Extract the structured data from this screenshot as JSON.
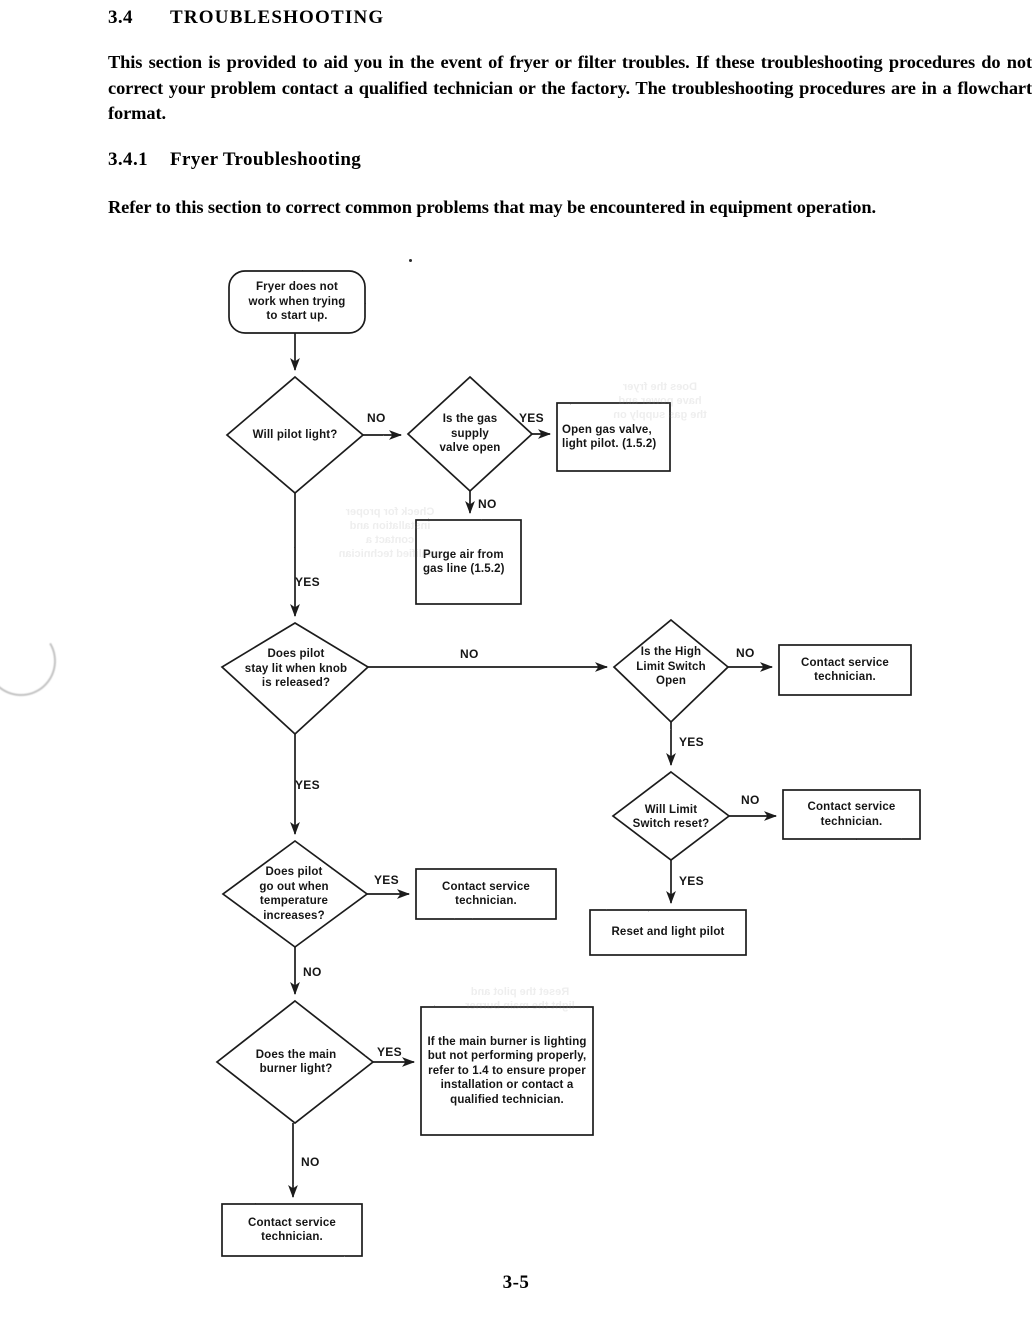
{
  "document": {
    "section_number": "3.4",
    "section_title": "TROUBLESHOOTING",
    "intro_paragraph": "This section is provided to aid you in the event of fryer or filter troubles.  If these troubleshooting procedures do not correct your problem contact a qualified technician or the factory.  The troubleshooting procedures are in a flowchart format.",
    "subsection_number": "3.4.1",
    "subsection_title": "Fryer Troubleshooting",
    "subsection_paragraph": "Refer to this section to correct common problems that may be encountered in equipment operation.",
    "page_number": "3-5"
  },
  "chart_data": {
    "type": "diagram",
    "title": "Fryer Troubleshooting Flowchart",
    "nodes": [
      {
        "id": "start",
        "shape": "rounded-rect",
        "text": "Fryer does not\nwork when trying\nto start up."
      },
      {
        "id": "pilot_light",
        "shape": "diamond",
        "text": "Will pilot light?"
      },
      {
        "id": "gas_valve",
        "shape": "diamond",
        "text": "Is the gas\nsupply\nvalve open"
      },
      {
        "id": "open_valve",
        "shape": "rect",
        "text": "Open gas valve,\nlight pilot.  (1.5.2)"
      },
      {
        "id": "purge_air",
        "shape": "rect",
        "text": "Purge air from\ngas line (1.5.2)"
      },
      {
        "id": "pilot_stay",
        "shape": "diamond",
        "text": "Does pilot\nstay lit when knob\nis released?"
      },
      {
        "id": "high_limit",
        "shape": "diamond",
        "text": "Is the High\nLimit Switch\nOpen"
      },
      {
        "id": "contact1",
        "shape": "rect",
        "text": "Contact service\ntechnician."
      },
      {
        "id": "limit_reset",
        "shape": "diamond",
        "text": "Will Limit\nSwitch reset?"
      },
      {
        "id": "contact2",
        "shape": "rect",
        "text": "Contact service\ntechnician."
      },
      {
        "id": "reset_light",
        "shape": "rect",
        "text": "Reset and light pilot"
      },
      {
        "id": "pilot_out",
        "shape": "diamond",
        "text": "Does pilot\ngo out when\ntemperature\nincreases?"
      },
      {
        "id": "contact3",
        "shape": "rect",
        "text": "Contact service\ntechnician."
      },
      {
        "id": "burner_light",
        "shape": "diamond",
        "text": "Does the main\nburner light?"
      },
      {
        "id": "burner_note",
        "shape": "rect",
        "text": "If the main burner is lighting\nbut not performing properly,\nrefer to 1.4 to ensure proper\ninstallation or contact a\nqualified technician."
      },
      {
        "id": "contact4",
        "shape": "rect",
        "text": "Contact service\ntechnician."
      }
    ],
    "edges": [
      {
        "from": "start",
        "to": "pilot_light",
        "label": ""
      },
      {
        "from": "pilot_light",
        "to": "gas_valve",
        "label": "NO"
      },
      {
        "from": "gas_valve",
        "to": "open_valve",
        "label": "YES"
      },
      {
        "from": "gas_valve",
        "to": "purge_air",
        "label": "NO"
      },
      {
        "from": "pilot_light",
        "to": "pilot_stay",
        "label": "YES"
      },
      {
        "from": "pilot_stay",
        "to": "high_limit",
        "label": "NO"
      },
      {
        "from": "high_limit",
        "to": "contact1",
        "label": "NO"
      },
      {
        "from": "high_limit",
        "to": "limit_reset",
        "label": "YES"
      },
      {
        "from": "limit_reset",
        "to": "contact2",
        "label": "NO"
      },
      {
        "from": "limit_reset",
        "to": "reset_light",
        "label": "YES"
      },
      {
        "from": "pilot_stay",
        "to": "pilot_out",
        "label": "YES"
      },
      {
        "from": "pilot_out",
        "to": "contact3",
        "label": "YES"
      },
      {
        "from": "pilot_out",
        "to": "burner_light",
        "label": "NO"
      },
      {
        "from": "burner_light",
        "to": "burner_note",
        "label": "YES"
      },
      {
        "from": "burner_light",
        "to": "contact4",
        "label": "NO"
      }
    ]
  }
}
